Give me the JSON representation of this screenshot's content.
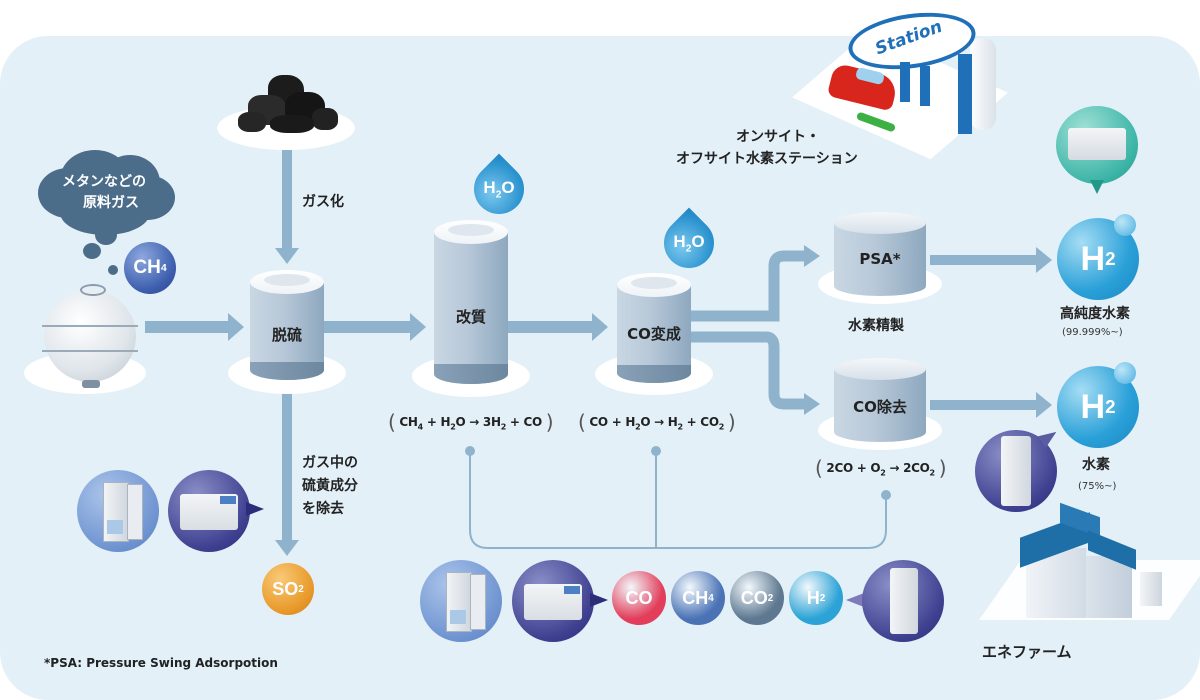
{
  "title": "Hydrogen production process flow",
  "sources": {
    "methane_cloud": [
      "メタンなどの",
      "原料ガス"
    ],
    "ch4_bubble": {
      "main": "CH",
      "sub": "4"
    },
    "coal_label": "ガス化"
  },
  "processes": {
    "desulfurization": "脱硫",
    "reforming": "改質",
    "co_shift": "CO変成",
    "psa": "PSA*",
    "psa_caption": "水素精製",
    "co_removal": "CO除去"
  },
  "water_drops": [
    {
      "main": "H",
      "sub": "2",
      "tail": "O"
    },
    {
      "main": "H",
      "sub": "2",
      "tail": "O"
    }
  ],
  "equations": {
    "reforming": [
      "CH",
      "4",
      " + H",
      "2",
      "O → 3H",
      "2",
      " + CO"
    ],
    "co_shift": [
      "CO + H",
      "2",
      "O → H",
      "2",
      " + CO",
      "2"
    ],
    "co_removal": [
      "2CO + O",
      "2",
      " → 2CO",
      "2"
    ]
  },
  "sulfur": {
    "label": [
      "ガス中の",
      "硫黄成分",
      "を除去"
    ],
    "product": {
      "main": "SO",
      "sub": "2"
    }
  },
  "outputs": {
    "high_purity": {
      "h2": {
        "main": "H",
        "sub": "2"
      },
      "label": "高純度水素",
      "purity": "(99.999%~)"
    },
    "hydrogen": {
      "h2": {
        "main": "H",
        "sub": "2"
      },
      "label": "水素",
      "purity": "(75%~)"
    }
  },
  "station": {
    "label": [
      "オンサイト・",
      "オフサイト水素ステーション"
    ],
    "sign": "Station"
  },
  "enefarm_label": "エネファーム",
  "gas_bubbles": [
    {
      "main": "CO",
      "sub": "",
      "color": "#e23d5a"
    },
    {
      "main": "CH",
      "sub": "4",
      "color": "#4a72b5"
    },
    {
      "main": "CO",
      "sub": "2",
      "color": "#5d7890"
    },
    {
      "main": "H",
      "sub": "2",
      "color": "#2ba3d6"
    }
  ],
  "footnote": "*PSA: Pressure Swing Adsorpotion",
  "colors": {
    "panel": "#e3f0f8",
    "flow": "#8fb3cc",
    "so2": "#e89a2a",
    "h2": "#2aa0d8",
    "analyzer_circle": "#3d3f8f"
  }
}
